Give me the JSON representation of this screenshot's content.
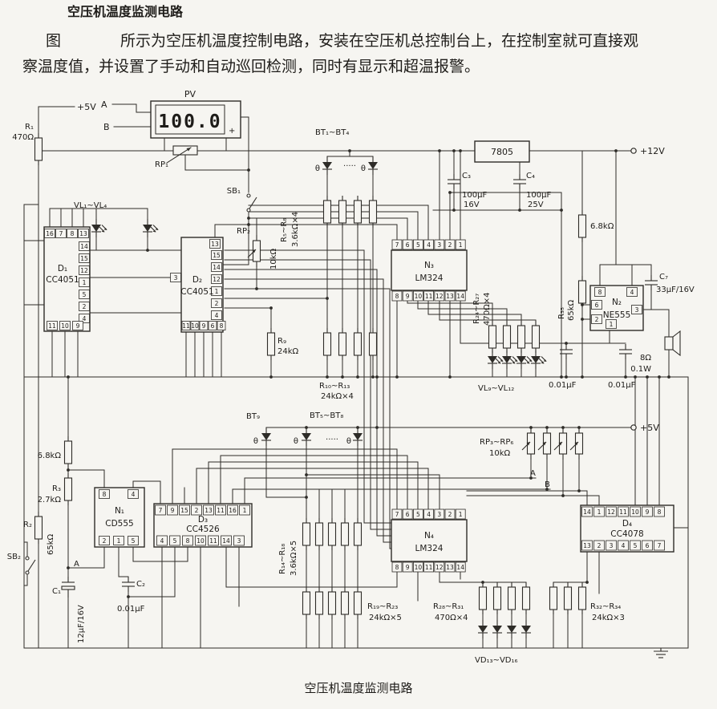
{
  "colors": {
    "paper": "#f6f5f1",
    "ink": "#2e2c28"
  },
  "t": {
    "title": "空压机温度监测电路",
    "p_indent": "图",
    "p1": "所示为空压机温度控制电路，安装在空压机总控制台上，在控制室就可直接观",
    "p2": "察温度值，并设置了手动和自动巡回检测，同时有显示和超温报警。",
    "caption": "空压机温度监测电路",
    "v5l": "+5V",
    "a": "A",
    "b": "B",
    "pv": "PV",
    "pv_val": "100.0",
    "plus": "+",
    "rp1": "RP₁",
    "r1": "R₁",
    "r1v": "470Ω",
    "vl14": "VL₁~VL₄",
    "sb1": "SB₁",
    "rp2": "RP₂",
    "rp2v": "10kΩ",
    "bt14": "BT₁~BT₄",
    "theta": "θ",
    "dots": "·····",
    "r58": "R₅~R₈",
    "r58v": "3.6kΩ×4",
    "reg": "7805",
    "c3": "C₃",
    "c3v": "100μF",
    "c3u": "16V",
    "c4": "C₄",
    "c4v": "100μF",
    "c4u": "25V",
    "v12": "+12V",
    "r36v": "6.8kΩ",
    "n3": "N₃",
    "n3p": "LM324",
    "r2427": "R₂₄~R₂₇",
    "r2427v": "470Ω×4",
    "r35": "R₃₅",
    "r35v": "65kΩ",
    "n2": "N₂",
    "n2p": "NE555",
    "c7": "C₇",
    "c7v": "33μF/16V",
    "spk1": "8Ω",
    "spk2": "0.1W",
    "c5v": "0.01μF",
    "c6v": "0.01μF",
    "vl912": "VL₉~VL₁₂",
    "r9": "R₉",
    "r9v": "24kΩ",
    "r1013": "R₁₀~R₁₃",
    "r1013v": "24kΩ×4",
    "v5r": "+5V",
    "bt9": "BT₉",
    "bt58": "BT₅~BT₈",
    "rp36": "RP₃~RP₆",
    "rp36v": "10kΩ",
    "r37v": "6.8kΩ",
    "r3": "R₃",
    "r3v": "2.7kΩ",
    "r2": "R₂",
    "r2v": "65kΩ",
    "n1": "N₁",
    "n1p": "CD555",
    "sb2": "SB₂",
    "c1": "C₁",
    "c1v": "12μF/16V",
    "c2": "C₂",
    "c2v": "0.01μF",
    "d3": "D₃",
    "d3p": "CC4526",
    "r1418": "R₁₄~R₁₈",
    "r1418v": "3.6kΩ×5",
    "n4": "N₄",
    "n4p": "LM324",
    "d4": "D₄",
    "d4p": "CC4078",
    "r1923": "R₁₉~R₂₃",
    "r1923v": "24kΩ×5",
    "r2831": "R₂₈~R₃₁",
    "r2831v": "470Ω×4",
    "vd1316": "VD₁₃~VD₁₆",
    "r3234": "R₃₂~R₃₄",
    "r3234v": "24kΩ×3",
    "d1": "D₁",
    "d1p": "CC4051",
    "d2": "D₂",
    "d2p": "CC4051"
  },
  "pins": {
    "d1_top": [
      "16",
      "7",
      "8",
      "13"
    ],
    "d1_right": [
      "14",
      "15",
      "12",
      "1",
      "5",
      "2",
      "4"
    ],
    "d1_bottom": [
      "11",
      "10",
      "9"
    ],
    "d2_top": [
      "13"
    ],
    "d2_left": [
      "3"
    ],
    "d2_right": [
      "15",
      "14",
      "12",
      "1",
      "2",
      "4"
    ],
    "d2_bottom": [
      "11",
      "10",
      "9",
      "6",
      "8"
    ],
    "d3_top": [
      "7",
      "9",
      "15",
      "2",
      "13",
      "11",
      "16",
      "1"
    ],
    "d3_bottom": [
      "4",
      "5",
      "8",
      "10",
      "11",
      "14",
      "3"
    ],
    "d4_top": [
      "14",
      "1",
      "12",
      "11",
      "10",
      "9",
      "8"
    ],
    "d4_bottom": [
      "13",
      "2",
      "3",
      "4",
      "5",
      "6",
      "7"
    ],
    "n1_top": [
      "8",
      "4"
    ],
    "n1_bottom": [
      "2",
      "1",
      "5"
    ],
    "n2_top": [
      "8",
      "4"
    ],
    "n2_left": [
      "6",
      "2"
    ],
    "n2_right": [
      "3"
    ],
    "n2_bottom": [
      "1"
    ],
    "n3_top": [
      "7",
      "6",
      "5",
      "4",
      "3",
      "2",
      "1"
    ],
    "n3_bottom": [
      "8",
      "9",
      "10",
      "11",
      "12",
      "13",
      "14"
    ],
    "n4_top": [
      "7",
      "6",
      "5",
      "4",
      "3",
      "2",
      "1"
    ],
    "n4_bottom": [
      "8",
      "9",
      "10",
      "11",
      "12",
      "13",
      "14"
    ]
  }
}
